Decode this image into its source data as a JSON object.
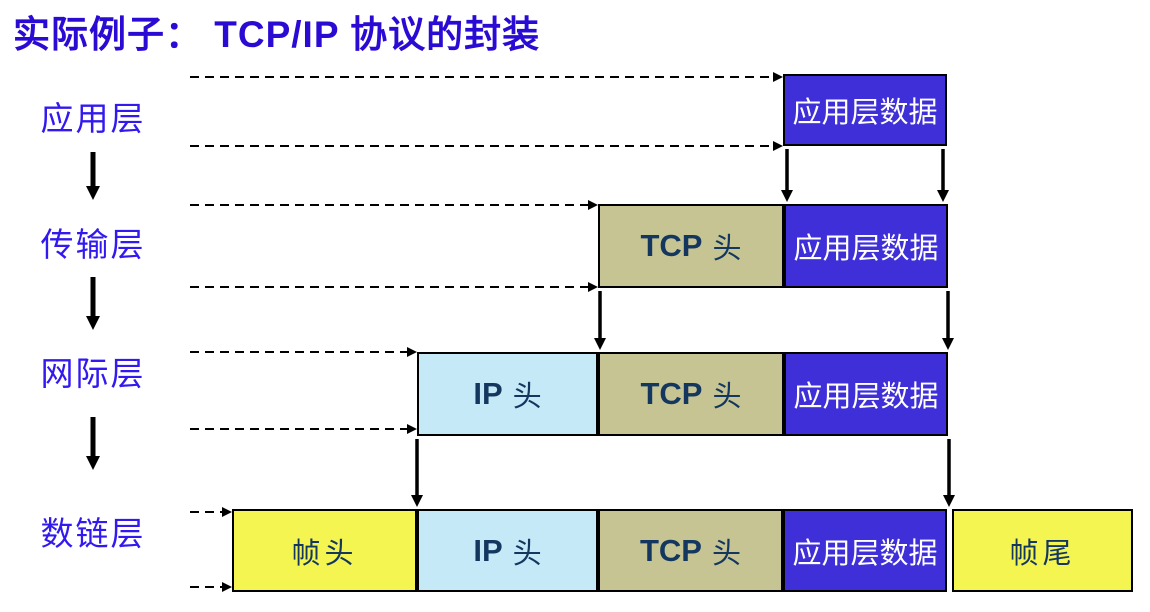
{
  "title": "实际例子： TCP/IP 协议的封装",
  "rows": [
    {
      "layer": "应用层",
      "boxes": [
        {
          "kind": "app-data",
          "text": "应用层数据"
        }
      ]
    },
    {
      "layer": "传输层",
      "boxes": [
        {
          "kind": "tcp-header",
          "latin": "TCP",
          "cjk": "头"
        },
        {
          "kind": "app-data",
          "text": "应用层数据"
        }
      ]
    },
    {
      "layer": "网际层",
      "boxes": [
        {
          "kind": "ip-header",
          "latin": "IP",
          "cjk": "头"
        },
        {
          "kind": "tcp-header",
          "latin": "TCP",
          "cjk": "头"
        },
        {
          "kind": "app-data",
          "text": "应用层数据"
        }
      ]
    },
    {
      "layer": "数链层",
      "boxes": [
        {
          "kind": "frame-header",
          "text": "帧头"
        },
        {
          "kind": "ip-header",
          "latin": "IP",
          "cjk": "头"
        },
        {
          "kind": "tcp-header",
          "latin": "TCP",
          "cjk": "头"
        },
        {
          "kind": "app-data",
          "text": "应用层数据"
        },
        {
          "kind": "frame-trailer",
          "text": "帧尾"
        }
      ]
    }
  ],
  "colors": {
    "background": "#FFFFFF",
    "title_text": "#2A0BD4",
    "layer_label_text": "#3219F0",
    "app_data_bg": "#3F2FD8",
    "app_data_text": "#FFFFFF",
    "tcp_header_bg": "#C6C492",
    "ip_header_bg": "#C5E9F6",
    "frame_bg": "#F5F552",
    "header_text": "#14375F",
    "arrow": "#000000",
    "box_border": "#000000"
  }
}
